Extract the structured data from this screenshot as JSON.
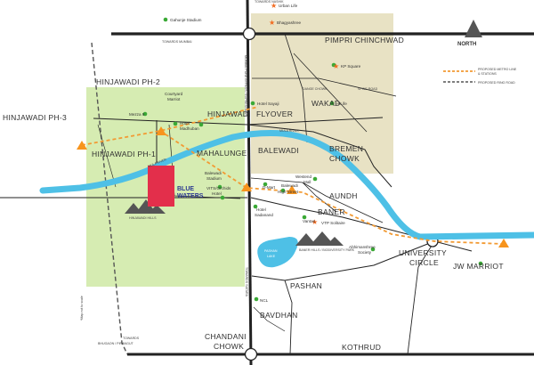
{
  "map": {
    "colors": {
      "river": "#4ec0e6",
      "metro": "#f29a33",
      "metro_station": "#f7941d",
      "poi_dot": "#3aa935",
      "star": "#f26b21",
      "zone_green": "#d6ecb2",
      "zone_tan": "#e8e2c4",
      "project": "#e32f4b",
      "road": "#222222",
      "project_text": "#2b3890"
    },
    "areas": {
      "hinjawadi_ph2": "HINJAWADI PH-2",
      "hinjawadi_ph3": "HINJAWADI PH-3",
      "hinjawadi_ph1": "HINJAWADI PH-1",
      "hinjawadi": "HINJAWADI",
      "flyover": "FLYOVER",
      "wakad": "WAKAD",
      "pimpri": "PIMPRI CHINCHWAD",
      "mahalunge": "MAHALUNGE",
      "balewadi": "BALEWADI",
      "bremen": "BREMEN",
      "chowk": "CHOWK",
      "aundh": "AUNDH",
      "baner": "BANER",
      "university": "UNIVERSITY",
      "circle": "CIRCLE",
      "jw_marriot": "JW MARRIOT",
      "pashan": "PASHAN",
      "bavdhan": "BAVDHAN",
      "chandani": "CHANDANI",
      "chandani_chowk": "CHOWK",
      "kothrud": "KOTHRUD"
    },
    "pois": {
      "gahunje": "Gahunje Stadium",
      "urban_life": "Urban Life",
      "bhagyashree": "Bhagyashree",
      "kp_square": "KP Square",
      "hilife": "HiLife",
      "hotel_sayaji": "Hotel Sayaji",
      "courtyard": "Courtyard",
      "marriot": "Marriot",
      "mezza": "Mezza 9",
      "hotel": "Hotel",
      "madhuban": "Madhuban",
      "balewadi_stadium_1": "Balewadi",
      "balewadi_stadium_2": "Stadium",
      "vits_1": "VITS/Orchids",
      "vits_2": "Hotel",
      "dmart": "D-Mart",
      "balewadi_hs_1": "Balewadi",
      "balewadi_hs_2": "High Street",
      "westend_1": "Westend",
      "westend_2": "Mall",
      "hotel_sadanand_1": "Hotel",
      "hotel_sadanand_2": "Sadanand",
      "vantas": "Vantas",
      "vtp": "VTP Solitaire",
      "abhimanshree_1": "Abhimanshree",
      "abhimanshree_2": "Society",
      "ncl": "NCL",
      "pashan_lake_1": "PASHAN",
      "pashan_lake_2": "LAKE",
      "baner_hills": "BANER HILLS / BIODIVERSITY PARK",
      "hinjawadi_hills": "HINJAWADI HILLS"
    },
    "roads": {
      "towards_mumbai": "TOWARDS MUMBAI",
      "towards_bhugaon_1": "TOWARDS",
      "towards_bhugaon_2": "BHUGAON / PIRANGUT",
      "mumbai_pune_bypass": "MUMBAI PUNE BYPASS / EXPRESSWAY",
      "towards_satara": "TOWARDS SATARA",
      "mula_river": "MULA RIVER",
      "mula_river_2": "MULA RIVER",
      "spine_road": "SPINE ROAD",
      "dange_chowk": "DANGE CHOWK",
      "top_cut": "TOWARDS NASHIK",
      "not_to_scale": "*Map not to scale"
    },
    "project": {
      "name_1": "BLUE",
      "name_2": "WATERS"
    },
    "legend": {
      "north": "NORTH",
      "metro_1": "PROPOSED METRO LINE",
      "metro_2": "& STATIONS",
      "ring_road": "PROPOSED RING ROAD"
    }
  }
}
